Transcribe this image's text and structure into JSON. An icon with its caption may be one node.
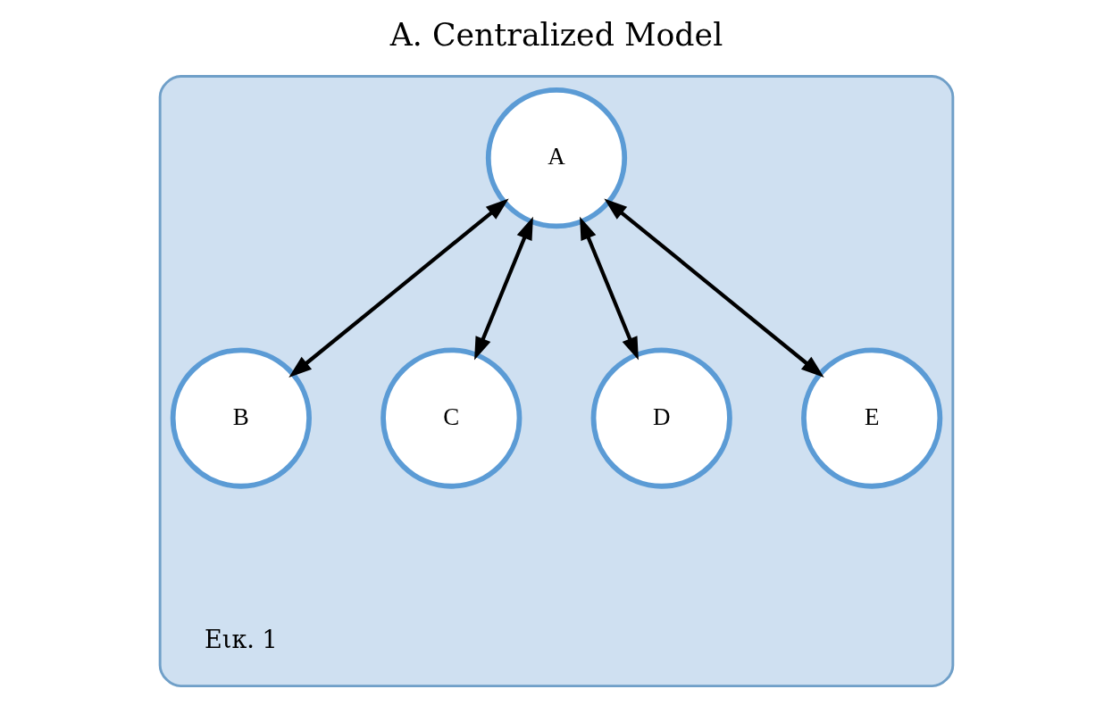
{
  "diagram": {
    "title": "A. Centralized Model",
    "nodes": [
      {
        "text": [],
        "shape": "cloud"
      },
      {
        "text": [
          "A"
        ],
        "in": 0
      },
      {
        "text": [
          "B"
        ],
        "in": 0
      },
      {
        "text": [
          "C"
        ],
        "in": 0
      },
      {
        "text": [
          "D"
        ],
        "in": 0
      },
      {
        "text": [
          "E"
        ],
        "in": 0
      }
    ],
    "edges": [
      {
        "from": 1,
        "to": 2,
        "arrow": "both"
      },
      {
        "from": 1,
        "to": 3,
        "arrow": "both"
      },
      {
        "from": 1,
        "to": 4,
        "arrow": "both"
      },
      {
        "from": 1,
        "to": 5,
        "arrow": "both"
      }
    ],
    "labels": [
      "Εικ. 1"
    ]
  }
}
